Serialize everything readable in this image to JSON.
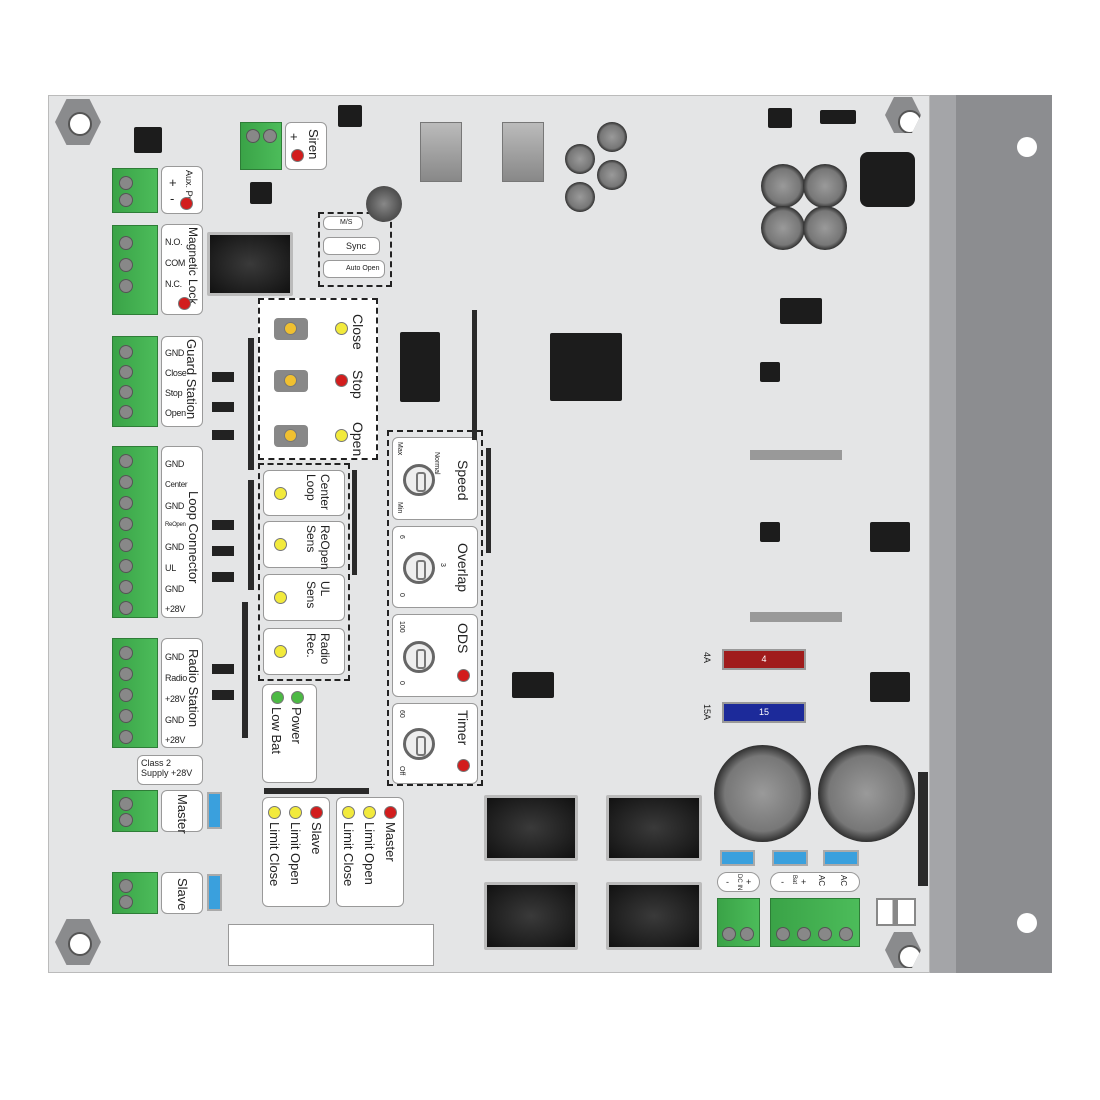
{
  "terminals": {
    "aux_pwr": {
      "title": "Aux. Pwr",
      "plus": "+",
      "minus": "-"
    },
    "magnetic_lock": {
      "title": "Magnetic Lock",
      "pins": [
        "N.O.",
        "COM",
        "N.C."
      ]
    },
    "guard_station": {
      "title": "Guard Station",
      "pins": [
        "GND",
        "Close",
        "Stop",
        "Open"
      ]
    },
    "loop_connector": {
      "title": "Loop Connector",
      "pins": [
        "GND",
        "Center",
        "GND",
        "ReOpen",
        "GND",
        "UL",
        "GND",
        "+28V"
      ]
    },
    "radio_station": {
      "title": "Radio Station",
      "pins": [
        "GND",
        "Radio",
        "+28V",
        "GND",
        "+28V"
      ]
    },
    "class2": "Class 2 Supply +28V",
    "master": "Master",
    "slave": "Slave",
    "siren": {
      "title": "Siren",
      "plus": "+"
    }
  },
  "dip_switches": [
    "M/S",
    "Sync",
    "Auto Open"
  ],
  "buttons": [
    "Close",
    "Stop",
    "Open"
  ],
  "loop_leds": [
    "Center Loop",
    "ReOpen Sens",
    "UL Sens",
    "Radio Rec."
  ],
  "power_leds": [
    "Power",
    "Low Bat"
  ],
  "pots": [
    {
      "name": "Speed",
      "marks": [
        "Max",
        "Normal",
        "Min"
      ]
    },
    {
      "name": "Overlap",
      "marks": [
        "6",
        "3",
        "0"
      ]
    },
    {
      "name": "ODS",
      "marks": [
        "100",
        "0"
      ]
    },
    {
      "name": "Timer",
      "marks": [
        "60",
        "Off"
      ]
    }
  ],
  "slave_leds": [
    "Slave",
    "Limit Open",
    "Limit Close"
  ],
  "master_leds": [
    "Master",
    "Limit Open",
    "Limit Close"
  ],
  "fuses": [
    {
      "rating": "4A",
      "label": "4",
      "color": "#a01c1c"
    },
    {
      "rating": "15A",
      "label": "15",
      "color": "#1c2a9a"
    }
  ],
  "power_terminals": {
    "dc_in": "DC IN",
    "dc_pins": [
      "-",
      "+"
    ],
    "bat": "Bat",
    "bat_pins": [
      "-",
      "+"
    ],
    "ac": [
      "AC",
      "AC"
    ]
  }
}
